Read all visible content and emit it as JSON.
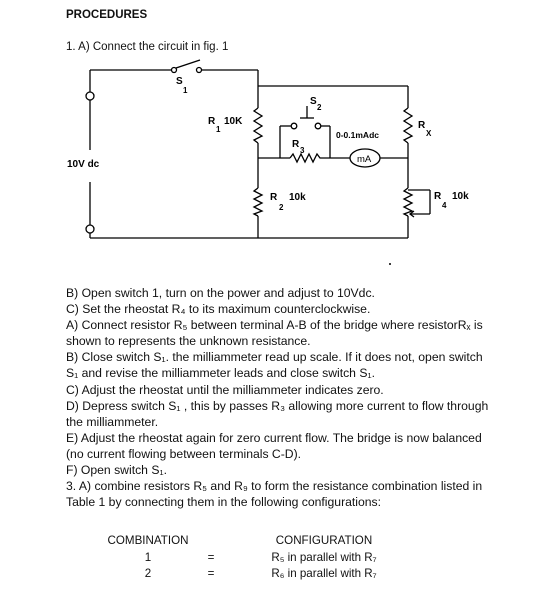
{
  "heading": "PROCEDURES",
  "step1_title": "1. A) Connect the circuit in fig. 1",
  "figure": {
    "labels": {
      "s1": "S",
      "s1_sub": "1",
      "s2": "S",
      "s2_sub": "2",
      "r1": "R",
      "r1_sub": "1",
      "r1_val": "10K",
      "r2": "R",
      "r2_sub": "2",
      "r2_val": "10k",
      "r3": "R",
      "r3_sub": "3",
      "r4": "R",
      "r4_sub": "4",
      "r4_val": "10k",
      "rx": "R",
      "rx_sub": "X",
      "source": "10V dc",
      "range": "0-0.1mAdc",
      "meter": "mA"
    }
  },
  "paragraphs": [
    "B) Open switch 1, turn on the power and adjust to 10Vdc.",
    "C) Set the rheostat R₄ to its maximum counterclockwise.",
    "A) Connect resistor R₅ between terminal A-B of the bridge where resistorRₓ is shown to represents the unknown resistance.",
    "B) Close switch S₁. the milliammeter read up scale. If it does not, open switch S₁ and revise the milliammeter leads and close switch S₁.",
    "C) Adjust the rheostat until the milliammeter indicates zero.",
    "D) Depress switch S₁ , this by passes R₃ allowing more current to flow through the milliammeter.",
    "E) Adjust the rheostat again for zero current flow. The bridge is now balanced (no current flowing between terminals C-D).",
    "F) Open switch S₁.",
    "3. A) combine resistors R₅ and R₉ to form the resistance combination listed in Table 1 by connecting them in the following configurations:"
  ],
  "table": {
    "header_combination": "COMBINATION",
    "header_configuration": "CONFIGURATION",
    "rows": [
      {
        "combination": "1",
        "eq": "=",
        "configuration": "R₅ in parallel with R₇"
      },
      {
        "combination": "2",
        "eq": "=",
        "configuration": "R₆ in parallel with R₇"
      }
    ]
  }
}
